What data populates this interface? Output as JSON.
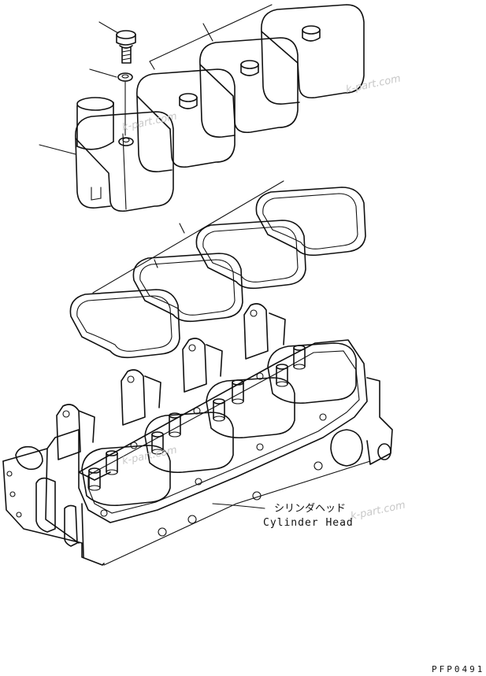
{
  "label": {
    "japanese": "シリンダヘッド",
    "english": "Cylinder Head"
  },
  "drawing_number": "PFP0491",
  "watermark": "k-part.com"
}
